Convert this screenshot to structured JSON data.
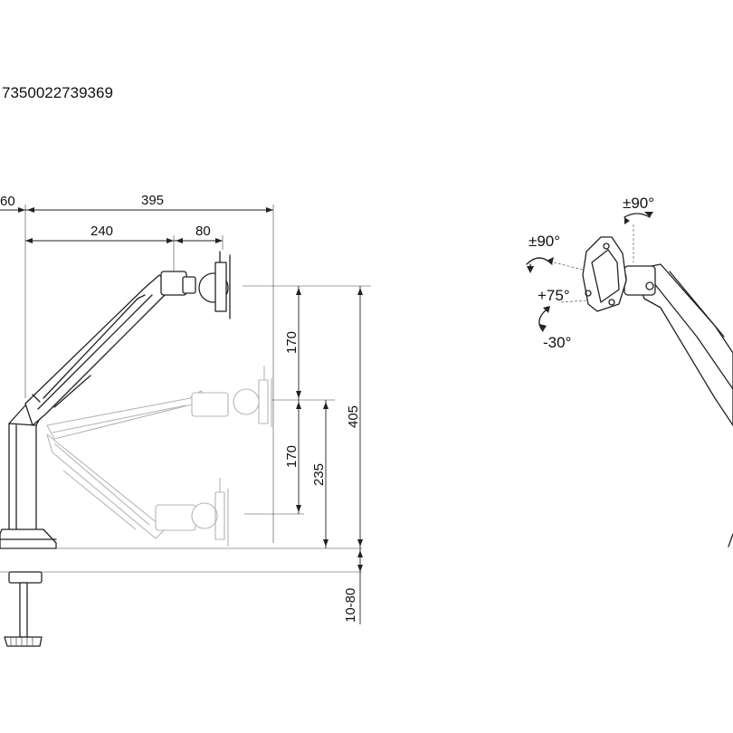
{
  "product_code": "7350022739369",
  "dimensions": {
    "offset": "60",
    "reach_total": "395",
    "arm_length": "240",
    "head_depth": "80",
    "upper_travel": "170",
    "lower_travel": "170",
    "min_height": "235",
    "max_height": "405",
    "clamp_range": "10-80"
  },
  "rotations": {
    "tilt_top": "±90°",
    "swivel": "±90°",
    "tilt_up": "+75°",
    "tilt_down": "-30°"
  }
}
